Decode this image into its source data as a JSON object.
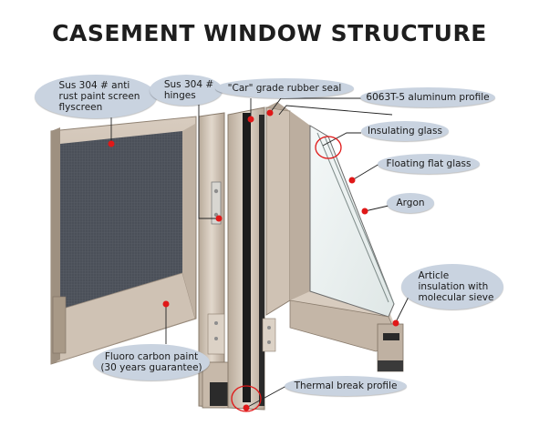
{
  "title": "CASEMENT WINDOW STRUCTURE",
  "labels": {
    "flyscreen": "Sus 304 # anti\nrust paint screen\nflyscreen",
    "hinges": "Sus 304 #\nhinges",
    "rubber_seal": "\"Car\" grade rubber seal",
    "aluminum_profile": "6063T-5 aluminum profile",
    "insulating_glass": "Insulating glass",
    "floating_glass": "Floating flat glass",
    "argon": "Argon",
    "article_insulation": "Article\ninsulation with\nmolecular sieve",
    "fluoro_paint": "Fluoro carbon paint\n(30 years guarantee)",
    "thermal_break": "Thermal break profile"
  },
  "colors": {
    "bubble": "#c9d3e0",
    "marker": "#e01818",
    "leader": "#222222",
    "frame": "#cbbcad",
    "screen_mesh": "#4a4f57"
  }
}
